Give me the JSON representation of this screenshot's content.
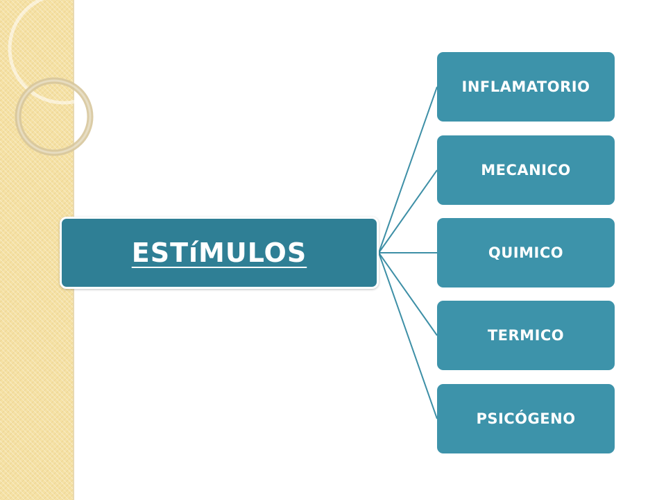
{
  "diagram": {
    "root": {
      "label": "ESTíMULOS"
    },
    "children": [
      {
        "label": "INFLAMATORIO"
      },
      {
        "label": "MECANICO"
      },
      {
        "label": "QUIMICO"
      },
      {
        "label": "TERMICO"
      },
      {
        "label": "PSICÓGENO"
      }
    ]
  },
  "colors": {
    "root_fill": "#2f7f95",
    "child_fill": "#3d93aa",
    "connector": "#3d8fa6",
    "side_strip": "#f5e1a4"
  }
}
